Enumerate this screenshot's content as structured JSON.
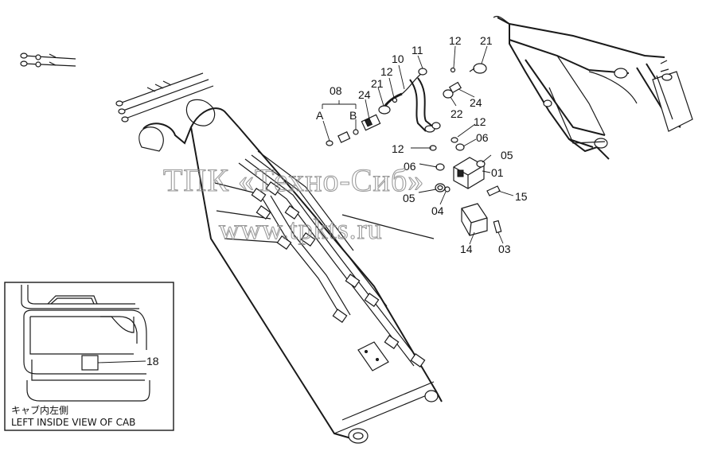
{
  "diagram": {
    "callouts": {
      "p08": "08",
      "A": "A",
      "B": "B",
      "p24a": "24",
      "p21a": "21",
      "p12a": "12",
      "p10": "10",
      "p11": "11",
      "p12b": "12",
      "p21b": "21",
      "p22": "22",
      "p24b": "24",
      "p12c": "12",
      "p06a": "06",
      "p12d": "12",
      "p06b": "06",
      "p05a": "05",
      "p01": "01",
      "p05b": "05",
      "p04": "04",
      "p15": "15",
      "p14": "14",
      "p03": "03"
    },
    "watermark": {
      "line1": "ТПК «Техно-Сиб»",
      "line2": "www.tpkts.ru"
    },
    "inset": {
      "callout": "18",
      "caption_jp": "キャブ内左側",
      "caption_en": "LEFT INSIDE VIEW OF CAB"
    }
  }
}
